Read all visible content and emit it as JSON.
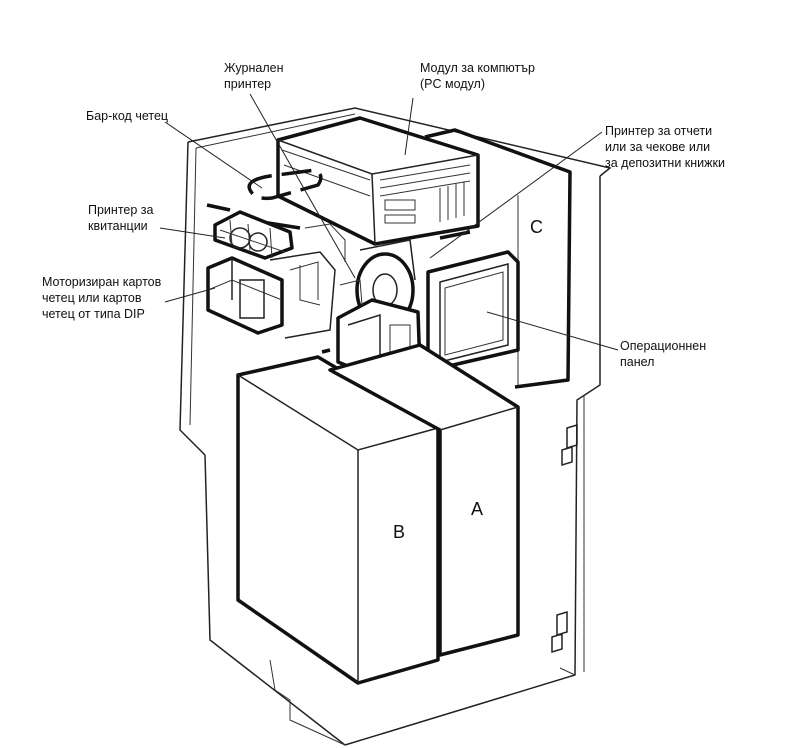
{
  "labels": {
    "journal_printer": [
      "Журнален",
      "принтер"
    ],
    "pc_module": [
      "Модул за компютър",
      "(PC модул)"
    ],
    "barcode_reader": [
      "Бар-код четец"
    ],
    "report_printer": [
      "Принтер за отчети",
      "или за чекове или",
      "за депозитни книжки"
    ],
    "receipt_printer": [
      "Принтер за",
      "квитанции"
    ],
    "card_reader": [
      "Моторизиран картов",
      "четец или картов",
      "четец от типа DIP"
    ],
    "operation_panel": [
      "Операционнен",
      "панел"
    ]
  },
  "sections": {
    "a": "A",
    "b": "B",
    "c": "C"
  }
}
